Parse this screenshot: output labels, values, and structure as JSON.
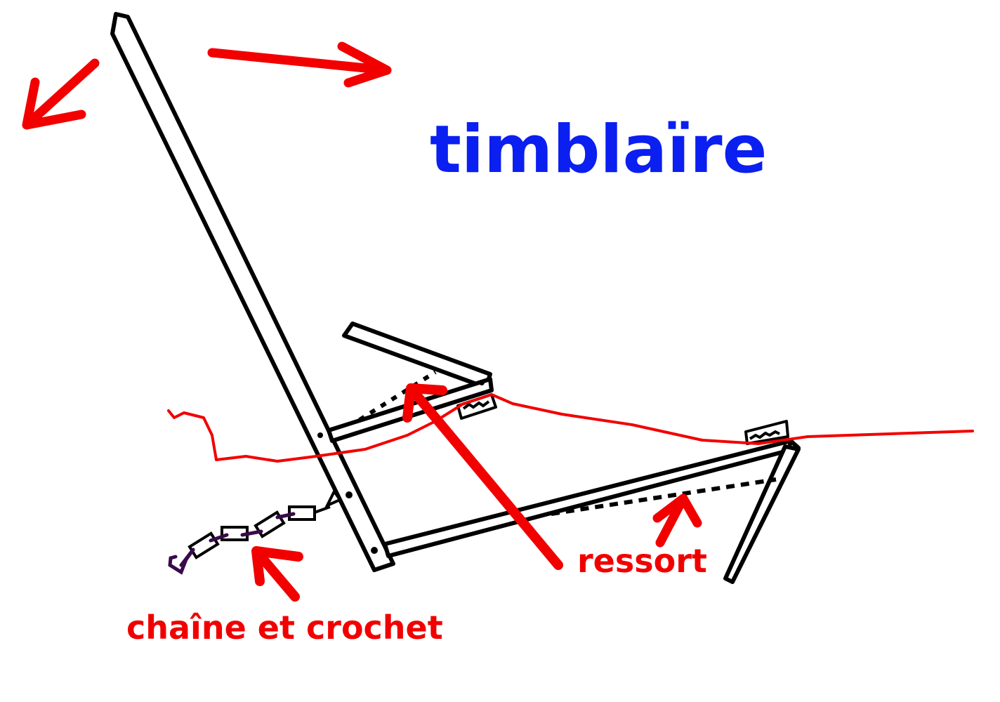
{
  "title": "timblaïre",
  "labels": {
    "spring": "ressort",
    "chain": "chaîne et crochet"
  },
  "colors": {
    "title": "#0a1ff0",
    "annotation": "#f20000",
    "structure": "#000000",
    "chain": "#3a0a4a"
  }
}
